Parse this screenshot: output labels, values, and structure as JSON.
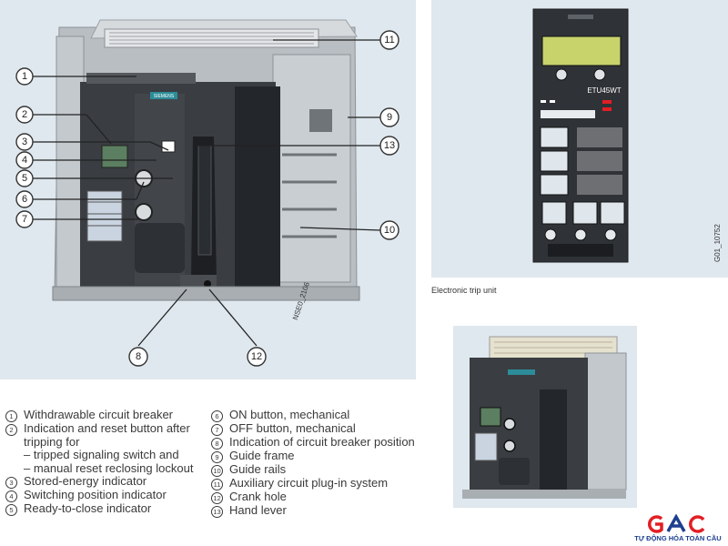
{
  "main_photo": {
    "callouts": [
      "1",
      "2",
      "3",
      "4",
      "5",
      "6",
      "7",
      "8",
      "9",
      "10",
      "11",
      "12",
      "13"
    ],
    "vertical_id": "NSE0_2106",
    "brand_badge": "SIEMENS"
  },
  "trip_unit": {
    "caption": "Electronic trip unit",
    "model": "ETU45WT",
    "vertical_id": "G01_10752"
  },
  "legend": {
    "left": [
      {
        "num": "1",
        "text": "Withdrawable circuit breaker"
      },
      {
        "num": "2",
        "text": "Indication and reset button after"
      },
      {
        "num": "",
        "text": "tripping for"
      },
      {
        "num": "",
        "text": "– tripped signaling switch and"
      },
      {
        "num": "",
        "text": "– manual reset reclosing lockout"
      },
      {
        "num": "3",
        "text": "Stored-energy indicator"
      },
      {
        "num": "4",
        "text": "Switching position indicator"
      },
      {
        "num": "5",
        "text": "Ready-to-close indicator"
      }
    ],
    "right": [
      {
        "num": "6",
        "text": "ON button, mechanical"
      },
      {
        "num": "7",
        "text": "OFF button, mechanical"
      },
      {
        "num": "8",
        "text": "Indication of circuit breaker position"
      },
      {
        "num": "9",
        "text": "Guide frame"
      },
      {
        "num": "10",
        "text": "Guide rails"
      },
      {
        "num": "11",
        "text": "Auxiliary circuit plug-in system"
      },
      {
        "num": "12",
        "text": "Crank hole"
      },
      {
        "num": "13",
        "text": "Hand lever"
      }
    ]
  },
  "logo": {
    "mark": "GAC",
    "tagline": "TỰ ĐỘNG HÓA TOÀN CẦU",
    "colors": {
      "red": "#e31e24",
      "blue": "#1d3f8f"
    }
  },
  "colors": {
    "panel_bg": "#dfe8ee",
    "breaker_body": "#3a3d42",
    "breaker_dark": "#23262a",
    "frame_metal": "#b9bec3"
  }
}
